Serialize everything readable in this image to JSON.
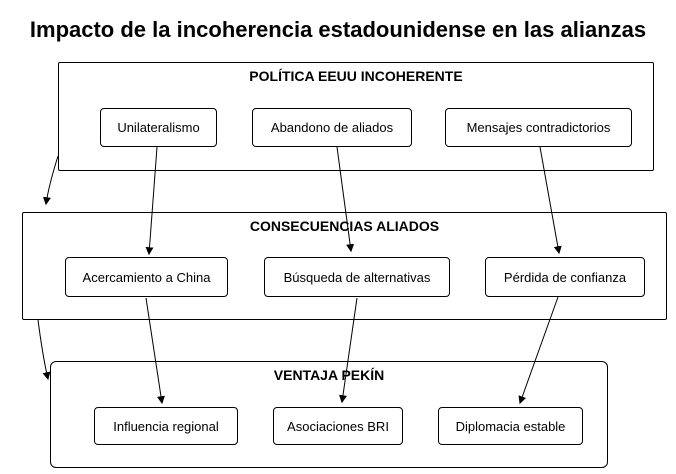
{
  "title": "Impacto de la incoherencia estadounidense en las alianzas",
  "colors": {
    "background": "#ffffff",
    "stroke": "#000000",
    "node_fill": "#ffffff",
    "text": "#000000"
  },
  "groups": [
    {
      "label": "POLÍTICA EEUU INCOHERENTE",
      "nodes": [
        {
          "label": "Unilateralismo"
        },
        {
          "label": "Abandono de aliados"
        },
        {
          "label": "Mensajes contradictorios"
        }
      ]
    },
    {
      "label": "CONSECUENCIAS ALIADOS",
      "nodes": [
        {
          "label": "Acercamiento a China"
        },
        {
          "label": "Búsqueda de alternativas"
        },
        {
          "label": "Pérdida de confianza"
        }
      ]
    },
    {
      "label": "VENTAJA PEKÍN",
      "nodes": [
        {
          "label": "Influencia regional"
        },
        {
          "label": "Asociaciones BRI"
        },
        {
          "label": "Diplomacia estable"
        }
      ]
    }
  ],
  "edges": [
    {
      "from": "POLÍTICA EEUU INCOHERENTE",
      "to": "CONSECUENCIAS ALIADOS"
    },
    {
      "from": "Unilateralismo",
      "to": "Acercamiento a China"
    },
    {
      "from": "Abandono de aliados",
      "to": "Búsqueda de alternativas"
    },
    {
      "from": "Mensajes contradictorios",
      "to": "Pérdida de confianza"
    },
    {
      "from": "CONSECUENCIAS ALIADOS",
      "to": "VENTAJA PEKÍN"
    },
    {
      "from": "Acercamiento a China",
      "to": "Influencia regional"
    },
    {
      "from": "Búsqueda de alternativas",
      "to": "Asociaciones BRI"
    },
    {
      "from": "Pérdida de confianza",
      "to": "Diplomacia estable"
    }
  ]
}
